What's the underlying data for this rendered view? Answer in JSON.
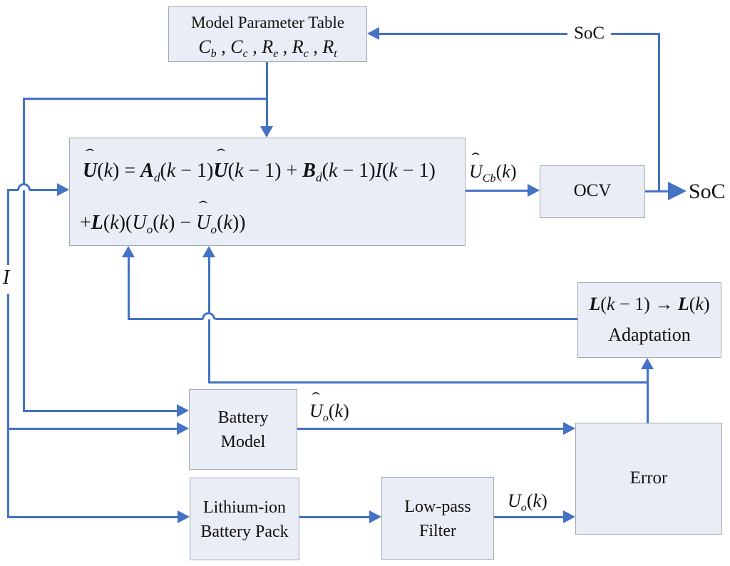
{
  "colors": {
    "line": "#4472C4",
    "box_fill": "#E9EDF5",
    "box_border": "#A3A9B3",
    "text": "#111111",
    "bg": "#FFFFFF"
  },
  "boxes": {
    "param_table": {
      "title": "Model Parameter Table",
      "params_math": [
        {
          "t": "C",
          "i": 1
        },
        {
          "t": "b",
          "sub": 1
        },
        {
          "t": " , "
        },
        {
          "t": "C",
          "i": 1
        },
        {
          "t": "c",
          "sub": 1
        },
        {
          "t": " , "
        },
        {
          "t": "R",
          "i": 1
        },
        {
          "t": "e",
          "sub": 1
        },
        {
          "t": " , "
        },
        {
          "t": "R",
          "i": 1
        },
        {
          "t": "c",
          "sub": 1
        },
        {
          "t": " , "
        },
        {
          "t": "R",
          "i": 1
        },
        {
          "t": "t",
          "sub": 1
        }
      ]
    },
    "equation": {
      "line1_math": [
        {
          "t": "U",
          "b": 1,
          "i": 1,
          "hat": 1
        },
        {
          "t": "("
        },
        {
          "t": "k",
          "i": 1
        },
        {
          "t": ") = "
        },
        {
          "t": "A",
          "b": 1,
          "i": 1
        },
        {
          "t": "d",
          "sub": 1
        },
        {
          "t": "("
        },
        {
          "t": "k",
          "i": 1
        },
        {
          "t": " − 1)"
        },
        {
          "t": "U",
          "b": 1,
          "i": 1,
          "hat": 1
        },
        {
          "t": "("
        },
        {
          "t": "k",
          "i": 1
        },
        {
          "t": " − 1) + "
        },
        {
          "t": "B",
          "b": 1,
          "i": 1
        },
        {
          "t": "d",
          "sub": 1
        },
        {
          "t": "("
        },
        {
          "t": "k",
          "i": 1
        },
        {
          "t": " − 1)"
        },
        {
          "t": "I",
          "i": 1
        },
        {
          "t": "("
        },
        {
          "t": "k",
          "i": 1
        },
        {
          "t": " − 1)"
        }
      ],
      "line2_math": [
        {
          "t": "+"
        },
        {
          "t": "L",
          "b": 1,
          "i": 1
        },
        {
          "t": "("
        },
        {
          "t": "k",
          "i": 1
        },
        {
          "t": ")("
        },
        {
          "t": "U",
          "i": 1
        },
        {
          "t": "o",
          "sub": 1
        },
        {
          "t": "("
        },
        {
          "t": "k",
          "i": 1
        },
        {
          "t": ") − "
        },
        {
          "t": "U",
          "i": 1,
          "hat": 1
        },
        {
          "t": "o",
          "sub": 1
        },
        {
          "t": "("
        },
        {
          "t": "k",
          "i": 1
        },
        {
          "t": "))"
        }
      ]
    },
    "ocv": {
      "label": "OCV"
    },
    "adaptation": {
      "line1_math": [
        {
          "t": "L",
          "b": 1,
          "i": 1
        },
        {
          "t": "("
        },
        {
          "t": "k",
          "i": 1
        },
        {
          "t": " − 1) → "
        },
        {
          "t": "L",
          "b": 1,
          "i": 1
        },
        {
          "t": "("
        },
        {
          "t": "k",
          "i": 1
        },
        {
          "t": ")"
        }
      ],
      "label": "Adaptation"
    },
    "battery_model": {
      "line1": "Battery",
      "line2": "Model"
    },
    "battery_pack": {
      "line1": "Lithium-ion",
      "line2": "Battery Pack"
    },
    "lowpass": {
      "line1": "Low-pass",
      "line2": "Filter"
    },
    "error": {
      "label": "Error"
    }
  },
  "labels": {
    "soc_top": "SoC",
    "soc_right": "SoC",
    "u_cb_math": [
      {
        "t": "U",
        "i": 1,
        "hat": 1
      },
      {
        "t": "Cb",
        "sub": 1
      },
      {
        "t": "("
      },
      {
        "t": "k",
        "i": 1
      },
      {
        "t": ")"
      }
    ],
    "u_o_hat_math": [
      {
        "t": "U",
        "i": 1,
        "hat": 1
      },
      {
        "t": "o",
        "sub": 1
      },
      {
        "t": "("
      },
      {
        "t": "k",
        "i": 1
      },
      {
        "t": ")"
      }
    ],
    "u_o_math": [
      {
        "t": "U",
        "i": 1
      },
      {
        "t": "o",
        "sub": 1
      },
      {
        "t": "("
      },
      {
        "t": "k",
        "i": 1
      },
      {
        "t": ")"
      }
    ],
    "i_math": [
      {
        "t": "I",
        "i": 1
      }
    ]
  }
}
